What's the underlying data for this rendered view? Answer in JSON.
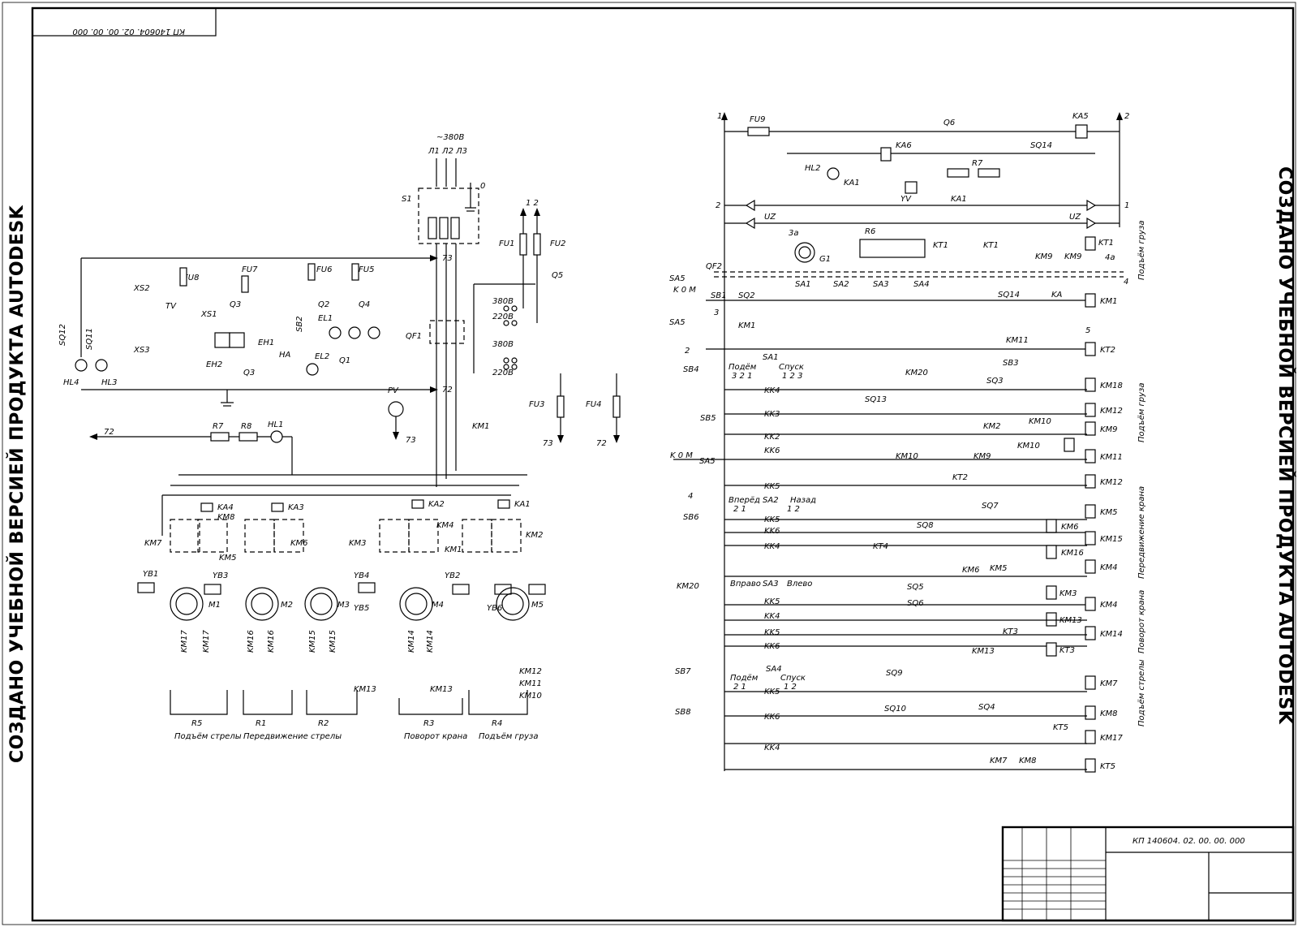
{
  "watermark": "СОЗДАНО УЧЕБНОЙ ВЕРСИЕЙ ПРОДУКТА AUTODESK",
  "stamp_code": "КП 140604. 02. 00. 00. 000",
  "title_block": {
    "code": "КП 140604. 02. 00. 00. 000"
  },
  "power": {
    "supply": "~380В",
    "phases": "Л1 Л2 Л3",
    "neutral": "0",
    "switch_main": "S1",
    "breaker": "QF1",
    "v380a": "380В",
    "v220a": "220В",
    "v380b": "380В",
    "v220b": "220В",
    "fu1": "FU1",
    "fu2": "FU2",
    "q5": "Q5",
    "out12": "1  2",
    "fu3": "FU3",
    "fu4": "FU4",
    "pv": "PV",
    "km1": "KM1",
    "n73": "73",
    "n72": "72"
  },
  "lighting": {
    "sq12": "SQ12",
    "sq11": "SQ11",
    "hl4": "HL4",
    "hl3": "HL3",
    "xs2": "XS2",
    "xs3": "XS3",
    "tv": "TV",
    "xs1": "XS1",
    "fu8": "FU8",
    "fu7": "FU7",
    "q3": "Q3",
    "eh1": "EH1",
    "eh2": "EH2",
    "q3b": "Q3",
    "fu6": "FU6",
    "q2": "Q2",
    "sb2": "SB2",
    "ha": "HA",
    "el2": "EL2",
    "fu5": "FU5",
    "q4": "Q4",
    "el1": "EL1",
    "q1": "Q1",
    "n73": "73",
    "n72": "72",
    "r7": "R7",
    "r8": "R8",
    "hl1": "HL1",
    "n72b": "72"
  },
  "motors": {
    "ka4": "KA4",
    "km8": "KM8",
    "ka3": "KA3",
    "ka2": "KA2",
    "ka1": "KA1",
    "km7": "KM7",
    "km5": "KM5",
    "km6": "KM6",
    "km3": "KM3",
    "km4": "KM4",
    "km1": "KM1",
    "km2": "KM2",
    "yb1": "YB1",
    "yb3": "YB3",
    "yb4": "YB4",
    "yb5": "YB5",
    "yb2": "YB2",
    "yb6": "YB6",
    "m1": "M1",
    "m2": "M2",
    "m3": "M3",
    "m4": "M4",
    "m5": "M5",
    "r5": "R5",
    "r1": "R1",
    "r2": "R2",
    "r3": "R3",
    "r4": "R4",
    "km17a": "KM17",
    "km17b": "KM17",
    "km16a": "KM16",
    "km16b": "KM16",
    "km15a": "KM15",
    "km15b": "KM15",
    "km14a": "KM14",
    "km14b": "KM14",
    "km13a": "KM13",
    "km13b": "KM13",
    "km12": "KM12",
    "km11": "KM11",
    "km10": "KM10",
    "cap_r5": "Подъём стрелы",
    "cap_r12": "Передвижение стрелы",
    "cap_r3": "Поворот крана",
    "cap_r4": "Подъём груза"
  },
  "control": {
    "fu9": "FU9",
    "q6": "Q6",
    "ka5": "KA5",
    "ka6": "KA6",
    "sq14": "SQ14",
    "hl2": "HL2",
    "r7": "R7",
    "ka1": "KA1",
    "yv": "YV",
    "ka1b": "KA1",
    "uz1": "UZ",
    "uz2": "UZ",
    "n1": "1",
    "n2": "2",
    "n1b": "1",
    "n2b": "2",
    "n3a": "3а",
    "r6": "R6",
    "kt1a": "KT1",
    "kt1b": "KT1",
    "kt1c": "KT1",
    "g1": "G1",
    "km9a": "KM9",
    "km9b": "KM9",
    "n4a": "4а",
    "n4": "4",
    "sec_hoist_top": "Подъём груза",
    "sa5": "SA5",
    "kom": "K 0 M",
    "qf2": "QF2",
    "sb1": "SB1",
    "sq2": "SQ2",
    "sa1": "SA1",
    "sa2": "SA2",
    "sa3": "SA3",
    "sa4": "SA4",
    "zero": "0",
    "sq14b": "SQ14",
    "ka": "KA",
    "km1": "KM1",
    "n3": "3",
    "sa5b": "SA5",
    "km1c": "KM1",
    "n2c": "2",
    "n5": "5",
    "km11": "KM11",
    "kt2": "KT2",
    "sa1b": "SA1",
    "podem": "Подём",
    "spusk": "Спуск",
    "digits321": "3 2 1",
    "digits123": "1 2 3",
    "sb4": "SB4",
    "kk4": "KK4",
    "km20": "KM20",
    "sb3": "SB3",
    "sq3": "SQ3",
    "km18": "KM18",
    "sq13": "SQ13",
    "kk3": "KK3",
    "km12": "KM12",
    "sb5": "SB5",
    "km2": "KM2",
    "km10": "KM10",
    "km9": "KM9",
    "kk2": "KK2",
    "km10b": "KM10",
    "kk6": "KK6",
    "km11b": "KM11",
    "sa5c": "SA5",
    "km10c": "KM10",
    "km9c": "KM9",
    "kt2b": "KT2",
    "kk5": "KK5",
    "km12b": "KM12",
    "n4b": "4",
    "sec_hoist": "Подъём груза",
    "vperyod": "Вперёд",
    "sa2b": "SA2",
    "nazad": "Назад",
    "d21": "2 1",
    "d12": "1 2",
    "sq7": "SQ7",
    "km5": "KM5",
    "sb6": "SB6",
    "kk5b": "KK5",
    "kk6b": "KK6",
    "sq8": "SQ8",
    "km6": "KM6",
    "kk4b": "KK4",
    "kt4": "KT4",
    "km15": "KM15",
    "km16": "KM16",
    "km4": "KM4",
    "km6b": "KM6",
    "km5b": "KM5",
    "sec_travel": "Передвижение крана",
    "km20b": "KM20",
    "vpravo": "Вправо",
    "sa3b": "SA3",
    "vlevo": "Влево",
    "sq5": "SQ5",
    "km3": "KM3",
    "kk5c": "KK5",
    "km4b": "KM4",
    "sq6": "SQ6",
    "kk4c": "KK4",
    "km13": "KM13",
    "kk5d": "KK5",
    "kt3": "KT3",
    "km14": "KM14",
    "kk6c": "KK6",
    "km13b": "KM13",
    "kt3b": "KT3",
    "sec_rotate": "Поворот крана",
    "sa4b": "SA4",
    "podem2": "Подём",
    "spusk2": "Спуск",
    "d21b": "2 1",
    "d12b": "1 2",
    "sb7": "SB7",
    "sq9": "SQ9",
    "kk5e": "KK5",
    "km7": "KM7",
    "sq10": "SQ10",
    "sq4": "SQ4",
    "kk6d": "KK6",
    "km8": "KM8",
    "sb8": "SB8",
    "kt5": "KT5",
    "km17": "KM17",
    "kk4d": "KK4",
    "km7b": "KM7",
    "km8b": "KM8",
    "kt5b": "KT5",
    "sec_boom": "Подъём стрелы"
  }
}
